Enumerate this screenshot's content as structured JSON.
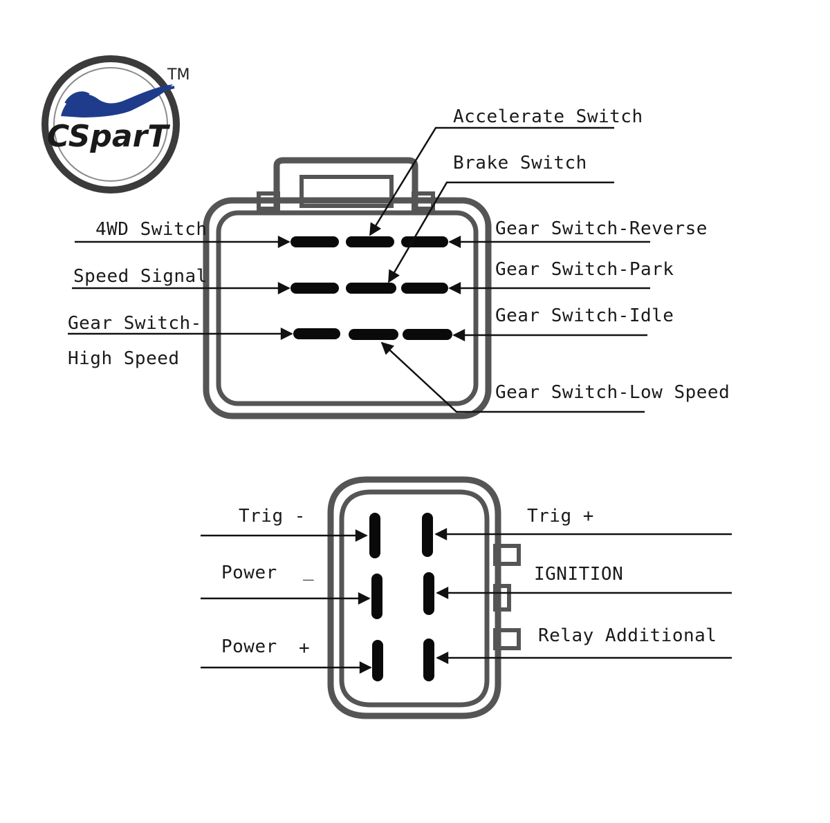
{
  "logo": {
    "brand": "CSparT",
    "trademark": "TM",
    "colors": {
      "ring": "#3b3b3b",
      "brand_red": "#e3232b",
      "brand_blue": "#1f3c8c"
    }
  },
  "connector_1": {
    "labels": {
      "accelerate_switch": "Accelerate Switch",
      "brake_switch": "Brake Switch",
      "wd4_switch": "4WD Switch",
      "speed_signal": "Speed Signal",
      "gear_high_1": "Gear Switch-",
      "gear_high_2": "High Speed",
      "gear_reverse": "Gear Switch-Reverse",
      "gear_park": "Gear Switch-Park",
      "gear_idle": "Gear Switch-Idle",
      "gear_low": "Gear Switch-Low Speed"
    }
  },
  "connector_2": {
    "labels": {
      "trig_minus": "Trig -",
      "trig_plus": "Trig +",
      "power_minus": "Power",
      "power_minus_sign": "_",
      "ignition": "IGNITION",
      "power_plus": "Power",
      "power_plus_sign": "+",
      "relay_additional": "Relay Additional"
    }
  },
  "colors": {
    "line": "#111111",
    "outline": "#555555",
    "pin": "#0a0a0a"
  }
}
